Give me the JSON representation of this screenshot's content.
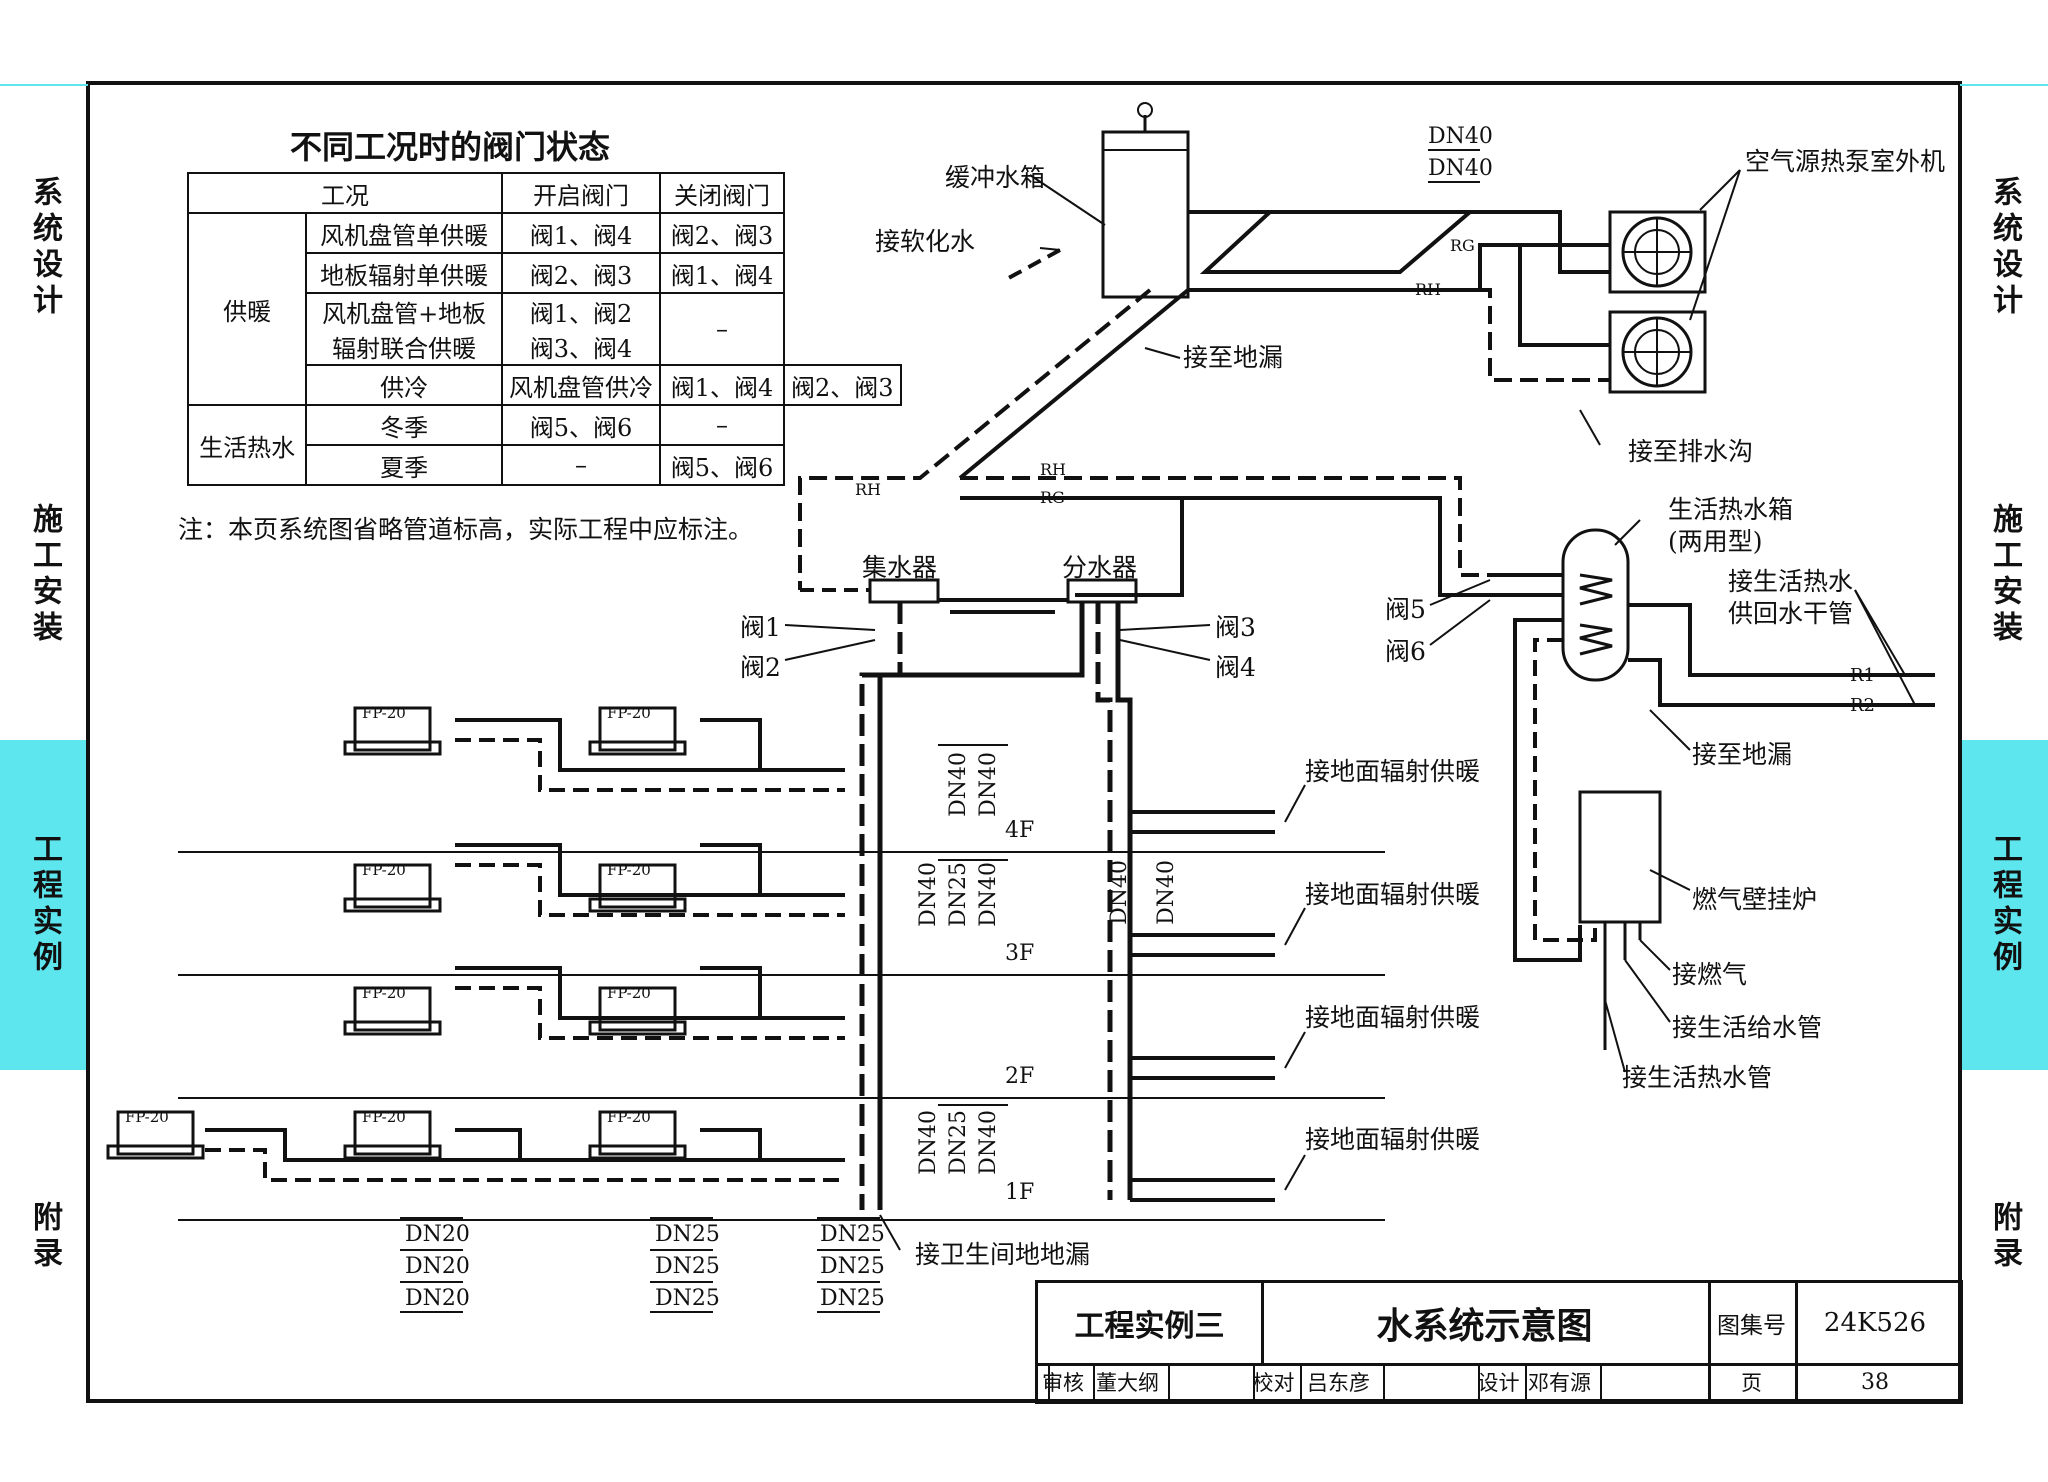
{
  "side_tabs": [
    "系统设计",
    "施工安装",
    "工程实例",
    "附录"
  ],
  "active_tab": "工程实例",
  "table": {
    "title": "不同工况时的阀门状态",
    "headers": [
      "工况",
      "开启阀门",
      "关闭阀门"
    ],
    "groups": {
      "heating": "供暖",
      "cooling": "供冷",
      "hotwater": "生活热水"
    },
    "rows": [
      {
        "mode": "风机盘管单供暖",
        "open": "阀1、阀4",
        "closed": "阀2、阀3"
      },
      {
        "mode": "地板辐射单供暖",
        "open": "阀2、阀3",
        "closed": "阀1、阀4"
      },
      {
        "mode_line1": "风机盘管+地板",
        "mode_line2": "辐射联合供暖",
        "open_line1": "阀1、阀2",
        "open_line2": "阀3、阀4",
        "closed": "–"
      },
      {
        "mode": "风机盘管供冷",
        "open": "阀1、阀4",
        "closed": "阀2、阀3"
      },
      {
        "mode": "冬季",
        "open": "阀5、阀6",
        "closed": "–"
      },
      {
        "mode": "夏季",
        "open": "–",
        "closed": "阀5、阀6"
      }
    ],
    "note": "注：本页系统图省略管道标高，实际工程中应标注。"
  },
  "labels": {
    "buffer_tank": "缓冲水箱",
    "soft_water": "接软化水",
    "floor_drain": "接至地漏",
    "heat_pump": "空气源热泵室外机",
    "drain_ditch": "接至排水沟",
    "collector": "集水器",
    "distributor": "分水器",
    "v1": "阀1",
    "v2": "阀2",
    "v3": "阀3",
    "v4": "阀4",
    "v5": "阀5",
    "v6": "阀6",
    "dhw_tank": "生活热水箱",
    "dhw_tank_type": "(两用型)",
    "dhw_main_1": "接生活热水",
    "dhw_main_2": "供回水干管",
    "floor_drain2": "接至地漏",
    "boiler": "燃气壁挂炉",
    "gas": "接燃气",
    "cold_water": "接生活给水管",
    "hot_water": "接生活热水管",
    "toilet_drain": "接卫生间地地漏",
    "radiant": "接地面辐射供暖",
    "fp": "FP-20",
    "rh": "RH",
    "rg": "RG",
    "r1": "R1",
    "r2": "R2"
  },
  "floors": [
    "4F",
    "3F",
    "2F",
    "1F"
  ],
  "pipe_sizes": {
    "top": [
      "DN40",
      "DN40"
    ],
    "riser_top": [
      "DN40",
      "DN40"
    ],
    "riser_mid": [
      "DN40",
      "DN25",
      "DN40"
    ],
    "riser_low": [
      "DN40",
      "DN25",
      "DN40"
    ],
    "radiant_riser": [
      "DN40",
      "DN40"
    ],
    "bottom_col1": [
      "DN20",
      "DN20",
      "DN20"
    ],
    "bottom_col2": [
      "DN25",
      "DN25",
      "DN25"
    ],
    "bottom_col3": [
      "DN25",
      "DN25",
      "DN25"
    ]
  },
  "title_block": {
    "project": "工程实例三",
    "drawing_title": "水系统示意图",
    "atlas_label": "图集号",
    "atlas_no": "24K526",
    "review_label": "审核",
    "reviewer": "董大纲",
    "check_label": "校对",
    "checker": "吕东彦",
    "design_label": "设计",
    "designer": "邓有源",
    "page_label": "页",
    "page_no": "38"
  }
}
